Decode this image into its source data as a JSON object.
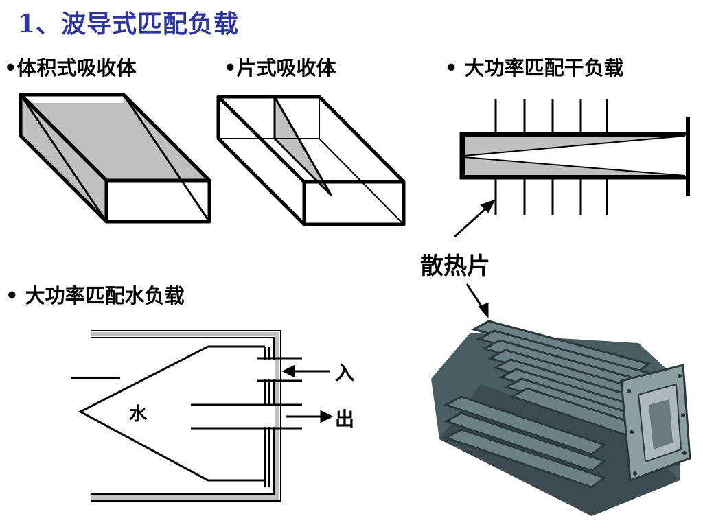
{
  "title": "1、波导式匹配负载",
  "labels": {
    "bulk": "•体积式吸收体",
    "sheet": "•片式吸收体",
    "dry_load": "• 大功率匹配干负载",
    "water_load": "• 大功率匹配水负载",
    "heat_sink": "散热片"
  },
  "water_diagram": {
    "water": "水",
    "inlet": "入",
    "outlet": "出"
  },
  "colors": {
    "title": "#2f3699",
    "absorber_fill": "#c0c0c0",
    "outline": "#000000"
  }
}
